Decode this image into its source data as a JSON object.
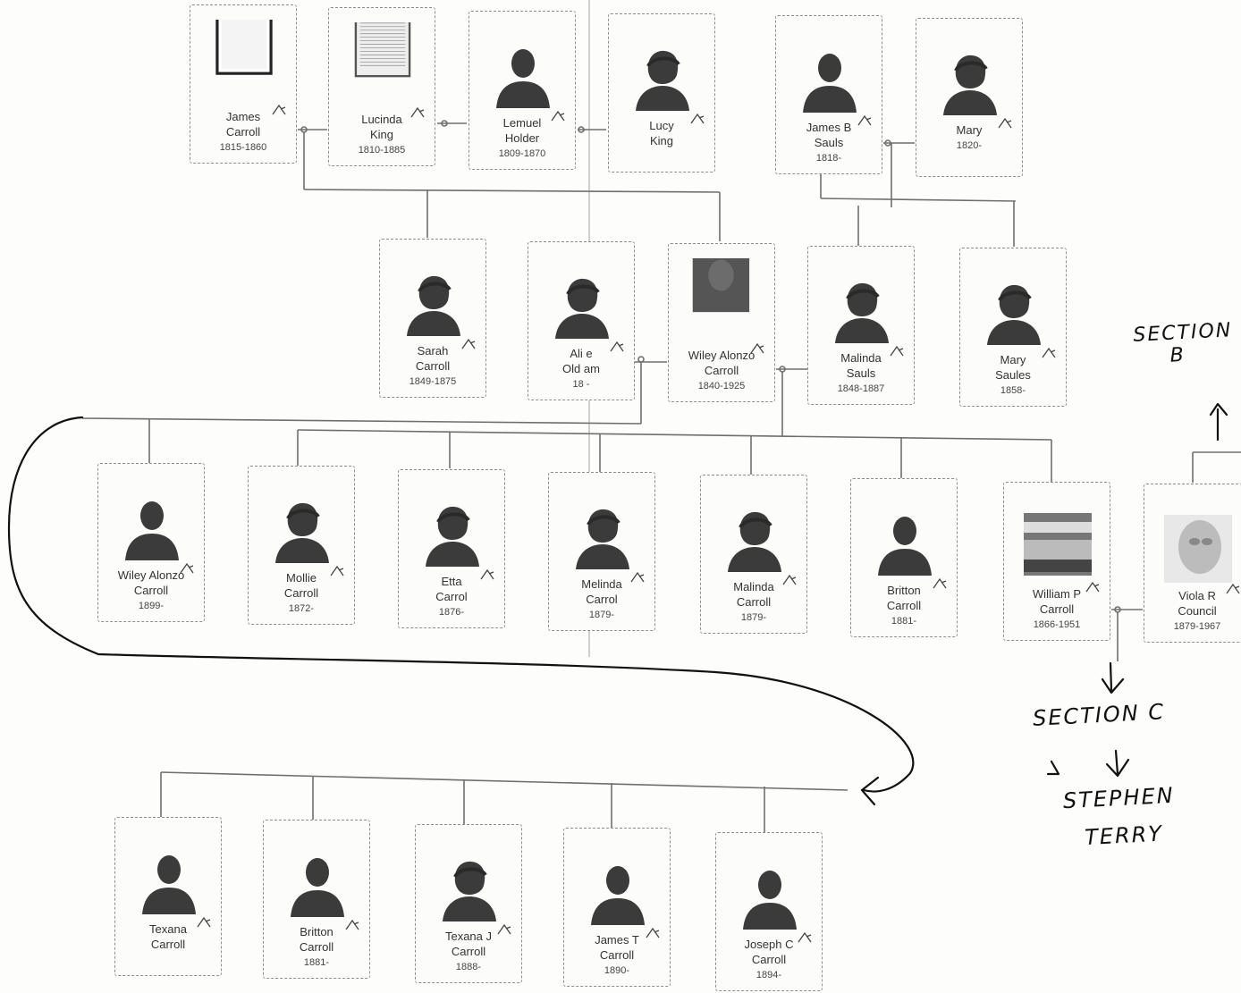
{
  "people": {
    "james_carroll": {
      "first": "James",
      "last": "Carroll",
      "years": "1815-1860"
    },
    "lucinda_king": {
      "first": "Lucinda",
      "last": "King",
      "years": "1810-1885"
    },
    "lemuel_holder": {
      "first": "Lemuel",
      "last": "Holder",
      "years": "1809-1870"
    },
    "lucy_king": {
      "first": "Lucy",
      "last": "King",
      "years": ""
    },
    "james_b_sauls": {
      "first": "James B",
      "last": "Sauls",
      "years": "1818-"
    },
    "mary": {
      "first": "Mary",
      "last": "",
      "years": "1820-"
    },
    "sarah_carroll": {
      "first": "Sarah",
      "last": "Carroll",
      "years": "1849-1875"
    },
    "alice_oldham": {
      "first": "Ali e",
      "last": "Old am",
      "years": "18 -"
    },
    "wiley_alonzo_carroll_sr": {
      "first": "Wiley Alonzo",
      "last": "Carroll",
      "years": "1840-1925"
    },
    "malinda_sauls": {
      "first": "Malinda",
      "last": "Sauls",
      "years": "1848-1887"
    },
    "mary_saules": {
      "first": "Mary",
      "last": "Saules",
      "years": "1858-"
    },
    "wiley_alonzo_carroll_jr": {
      "first": "Wiley Alonzo",
      "last": "Carroll",
      "years": "1899-"
    },
    "mollie_carroll": {
      "first": "Mollie",
      "last": "Carroll",
      "years": "1872-"
    },
    "etta_carrol": {
      "first": "Etta",
      "last": "Carrol",
      "years": "1876-"
    },
    "melinda_carrol": {
      "first": "Melinda",
      "last": "Carrol",
      "years": "1879-"
    },
    "malinda_carroll": {
      "first": "Malinda",
      "last": "Carroll",
      "years": "1879-"
    },
    "britton_carroll_1": {
      "first": "Britton",
      "last": "Carroll",
      "years": "1881-"
    },
    "william_p_carroll": {
      "first": "William P",
      "last": "Carroll",
      "years": "1866-1951"
    },
    "viola_r_council": {
      "first": "Viola R",
      "last": "Council",
      "years": "1879-1967"
    },
    "texana_carroll": {
      "first": "Texana",
      "last": "Carroll",
      "years": ""
    },
    "britton_carroll_2": {
      "first": "Britton",
      "last": "Carroll",
      "years": "1881-"
    },
    "texana_j_carroll": {
      "first": "Texana J",
      "last": "Carroll",
      "years": "1888-"
    },
    "james_t_carroll": {
      "first": "James T",
      "last": "Carroll",
      "years": "1890-"
    },
    "joseph_c_carroll": {
      "first": "Joseph C",
      "last": "Carroll",
      "years": "1894-"
    }
  },
  "annotations": {
    "section_b": [
      "SECTION",
      "B"
    ],
    "section_c": "SECTION C",
    "stephen_terry": [
      "STEPHEN",
      "TERRY"
    ]
  },
  "colors": {
    "ink": "#111111",
    "highlight": "#f7f33c",
    "line": "#6f6f6f",
    "silhouette": "#3b3b3b"
  }
}
